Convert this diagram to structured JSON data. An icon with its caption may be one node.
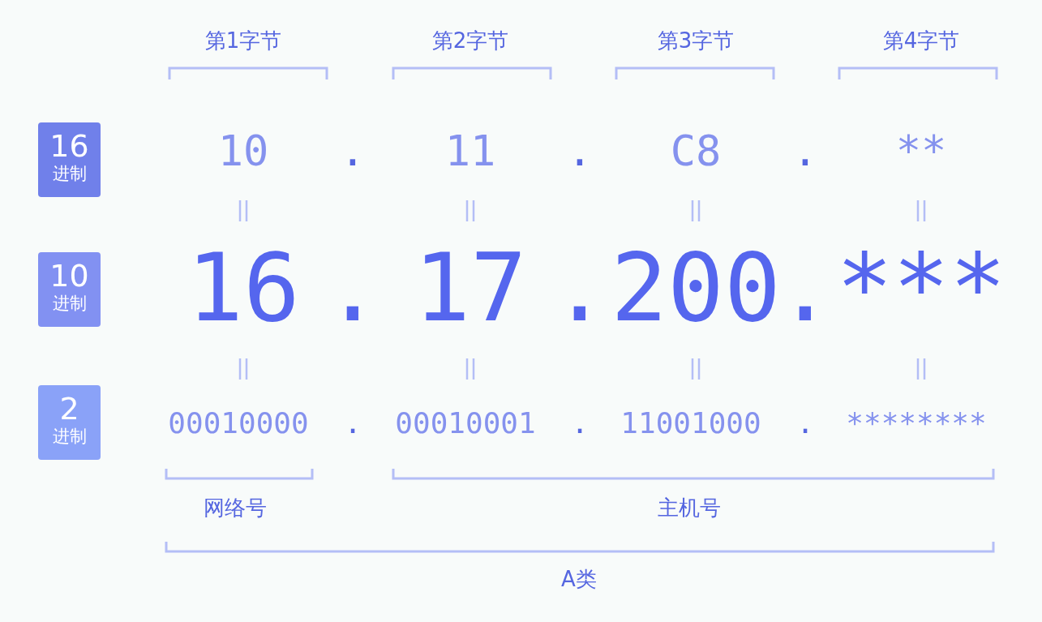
{
  "diagram": {
    "nodes": [
      {
        "text": [
          "16",
          "进制"
        ]
      },
      {
        "text": [
          "10",
          "进制"
        ]
      },
      {
        "text": [
          "2",
          "进制"
        ]
      }
    ],
    "labels": [
      "第1字节",
      "第2字节",
      "第3字节",
      "第4字节",
      "10",
      ".",
      "11",
      ".",
      "C8",
      ".",
      "**",
      "16",
      ".",
      "17",
      ".",
      "200",
      ".",
      "***",
      "00010000",
      ".",
      "00010001",
      ".",
      "11001000",
      ".",
      "********",
      "网络号",
      "主机号",
      "A类"
    ]
  }
}
